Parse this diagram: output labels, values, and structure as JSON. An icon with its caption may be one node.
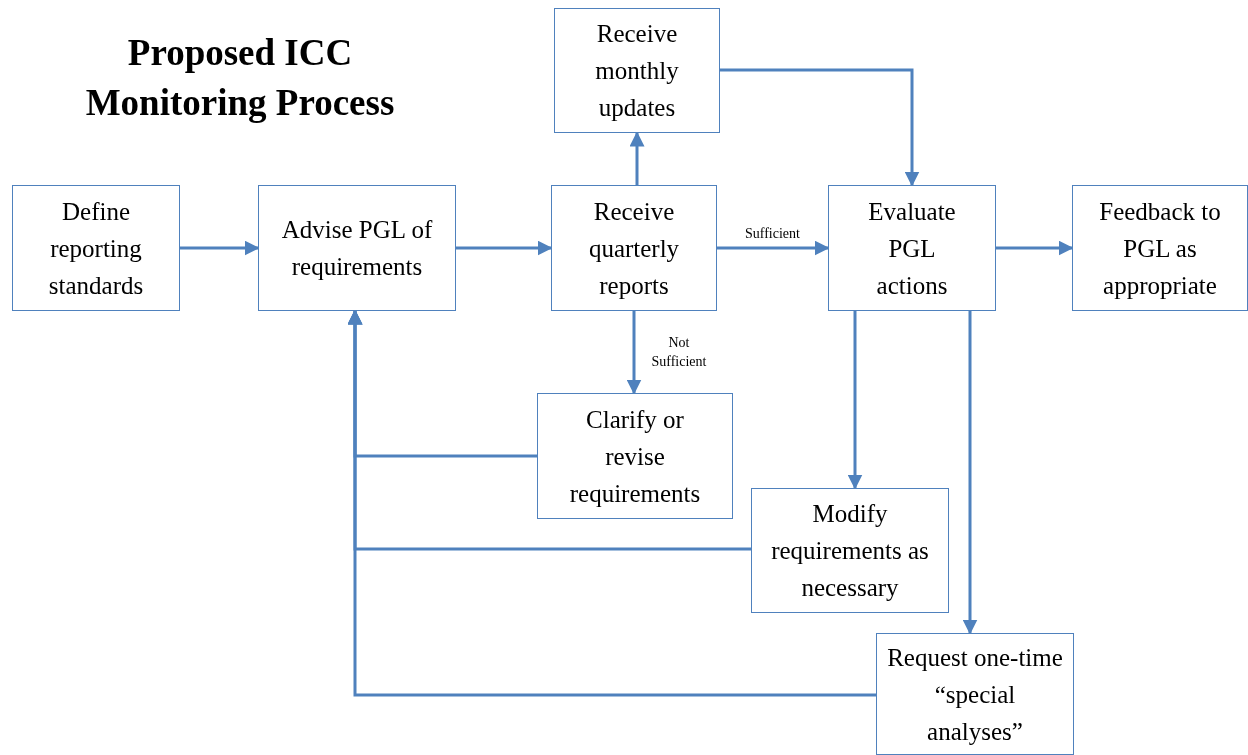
{
  "diagram": {
    "title": "Proposed ICC Monitoring Process",
    "nodes": [
      {
        "text": [
          "Define reporting standards"
        ]
      },
      {
        "text": [
          "Advise PGL of requirements"
        ]
      },
      {
        "text": [
          "Receive quarterly reports"
        ]
      },
      {
        "text": [
          "Receive monthly updates"
        ]
      },
      {
        "text": [
          "Evaluate PGL actions"
        ]
      },
      {
        "text": [
          "Feedback to PGL as appropriate"
        ]
      },
      {
        "text": [
          "Clarify or revise requirements"
        ]
      },
      {
        "text": [
          "Modify requirements as necessary"
        ]
      },
      {
        "text": [
          "Request one-time “special analyses”"
        ]
      }
    ],
    "edges": [
      {
        "from": 0,
        "to": 1,
        "arrow": "to"
      },
      {
        "from": 1,
        "to": 2,
        "arrow": "to"
      },
      {
        "from": 2,
        "to": 3,
        "arrow": "to"
      },
      {
        "from": 2,
        "to": 4,
        "arrow": "to",
        "label": "Sufficient"
      },
      {
        "from": 3,
        "to": 4,
        "arrow": "to"
      },
      {
        "from": 4,
        "to": 5,
        "arrow": "to"
      },
      {
        "from": 2,
        "to": 6,
        "arrow": "to",
        "label": "Not Sufficient"
      },
      {
        "from": 4,
        "to": 7,
        "arrow": "to"
      },
      {
        "from": 4,
        "to": 8,
        "arrow": "to"
      },
      {
        "from": 6,
        "to": 1,
        "arrow": "to"
      },
      {
        "from": 7,
        "to": 1,
        "arrow": "to"
      },
      {
        "from": 8,
        "to": 1,
        "arrow": "to"
      }
    ]
  }
}
